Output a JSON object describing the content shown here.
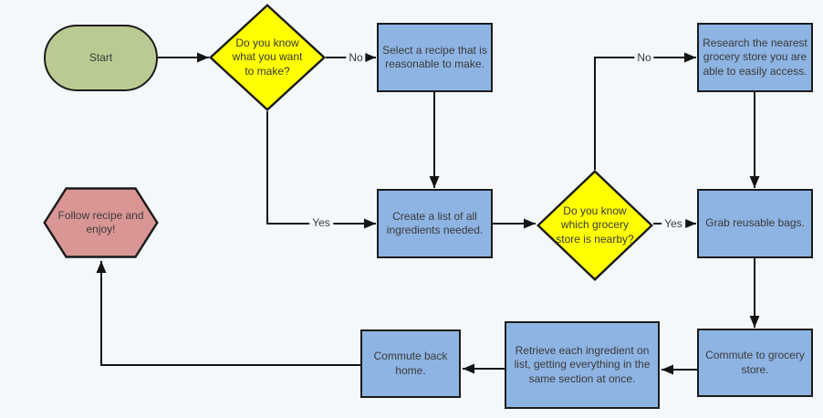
{
  "diagram": {
    "description": "Grocery shopping and recipe flowchart",
    "colors": {
      "background": "#f4f8fb",
      "process_fill": "#8eb4e3",
      "decision_fill": "#ffff00",
      "start_fill": "#b9cb92",
      "end_fill": "#d99694",
      "border": "#1b1b1b",
      "arrow": "#141414",
      "text": "#3a3a3a"
    },
    "nodes": {
      "start": {
        "type": "terminator",
        "label": "Start"
      },
      "decision_know_recipe": {
        "type": "decision",
        "label": "Do you know\nwhat you want\nto make?"
      },
      "select_recipe": {
        "type": "process",
        "label": "Select a recipe that is\nreasonable to make."
      },
      "research_store": {
        "type": "process",
        "label": "Research the nearest\ngrocery store you are\nable to easily access."
      },
      "create_list": {
        "type": "process",
        "label": "Create a list of all\ningredients needed."
      },
      "decision_know_store": {
        "type": "decision",
        "label": "Do you know\nwhich grocery\nstore is nearby?"
      },
      "grab_bags": {
        "type": "process",
        "label": "Grab reusable bags."
      },
      "follow_recipe": {
        "type": "end",
        "label": "Follow recipe and\nenjoy!"
      },
      "commute_store": {
        "type": "process",
        "label": "Commute to grocery\nstore."
      },
      "retrieve_ingredients": {
        "type": "process",
        "label": "Retrieve each ingredient on\nlist, getting everything in the\nsame section at once."
      },
      "commute_home": {
        "type": "process",
        "label": "Commute back\nhome."
      }
    },
    "edge_labels": {
      "know_recipe_no": "No",
      "know_recipe_yes": "Yes",
      "know_store_no": "No",
      "know_store_yes": "Yes"
    }
  }
}
